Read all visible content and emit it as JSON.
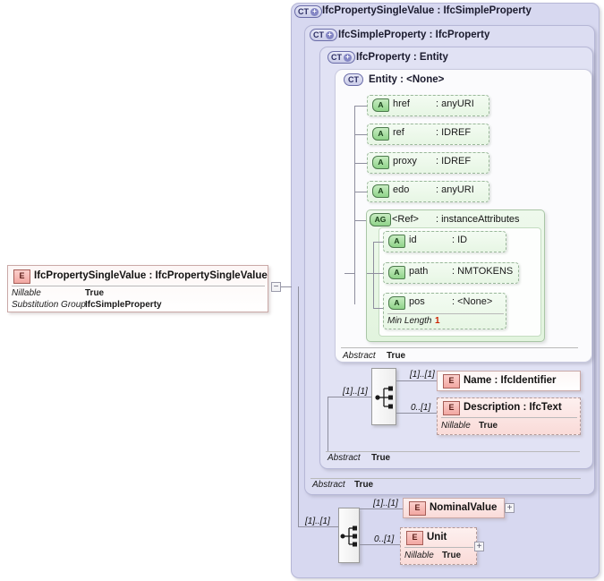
{
  "diagram": {
    "kind": "xsd-schema-diagram",
    "root_element": {
      "badge": "E",
      "title": "IfcPropertySingleValue  :  IfcPropertySingleValue",
      "properties": [
        {
          "key": "Nillable",
          "value": "True"
        },
        {
          "key": "Substitution Group",
          "value": "IfcSimpleProperty"
        }
      ],
      "collapse_toggle": "−"
    },
    "type_panels": [
      {
        "badge": "CT",
        "expander": "+",
        "title": "IfcPropertySingleValue : IfcSimpleProperty"
      },
      {
        "badge": "CT",
        "expander": "+",
        "title": "IfcSimpleProperty : IfcProperty"
      },
      {
        "badge": "CT",
        "expander": "+",
        "title": "IfcProperty : Entity"
      },
      {
        "badge": "CT",
        "expander": "",
        "title": "Entity      : <None>"
      }
    ],
    "attributes": [
      {
        "badge": "A",
        "name": "href",
        "type": ": anyURI"
      },
      {
        "badge": "A",
        "name": "ref",
        "type": ": IDREF"
      },
      {
        "badge": "A",
        "name": "proxy",
        "type": ": IDREF"
      },
      {
        "badge": "A",
        "name": "edo",
        "type": ": anyURI"
      }
    ],
    "attribute_group": {
      "badge": "AG",
      "name": "<Ref>",
      "type": ": instanceAttributes",
      "attributes": [
        {
          "badge": "A",
          "name": "id",
          "type": ": ID",
          "properties": []
        },
        {
          "badge": "A",
          "name": "path",
          "type": ": NMTOKENS",
          "properties": []
        },
        {
          "badge": "A",
          "name": "pos",
          "type": ": <None>",
          "properties": [
            {
              "key": "Min Length",
              "value": "1"
            }
          ]
        }
      ]
    },
    "abstract_footers": [
      {
        "key": "Abstract",
        "value": "True"
      },
      {
        "key": "Abstract",
        "value": "True"
      },
      {
        "key": "Abstract",
        "value": "True"
      }
    ],
    "sequences": [
      {
        "name": "ifcproperty-sequence",
        "incoming_occurrence": "[1]..[1]",
        "children": [
          {
            "occurrence": "[1]..[1]",
            "badge": "E",
            "name": "Name      : IfcIdentifier",
            "optional": false,
            "properties": [],
            "expander": ""
          },
          {
            "occurrence": "0..[1]",
            "badge": "E",
            "name": "Description : IfcText",
            "optional": true,
            "properties": [
              {
                "key": "Nillable",
                "value": "True"
              }
            ],
            "expander": ""
          }
        ]
      },
      {
        "name": "ifcpropertysinglevalue-sequence",
        "incoming_occurrence": "[1]..[1]",
        "children": [
          {
            "occurrence": "[1]..[1]",
            "badge": "E",
            "name": "NominalValue",
            "optional": false,
            "properties": [],
            "expander": "+"
          },
          {
            "occurrence": "0..[1]",
            "badge": "E",
            "name": "Unit",
            "optional": true,
            "properties": [
              {
                "key": "Nillable",
                "value": "True"
              }
            ],
            "expander": "+"
          }
        ]
      }
    ],
    "colors": {
      "panel_outer": "#d7d8f0",
      "panel_inner": "#fbfbfd",
      "attribute_green": "#e7f6e4",
      "element_pink": "#fadbd8",
      "line": "#8e8e9e",
      "numeric_value": "#cc2200"
    }
  }
}
